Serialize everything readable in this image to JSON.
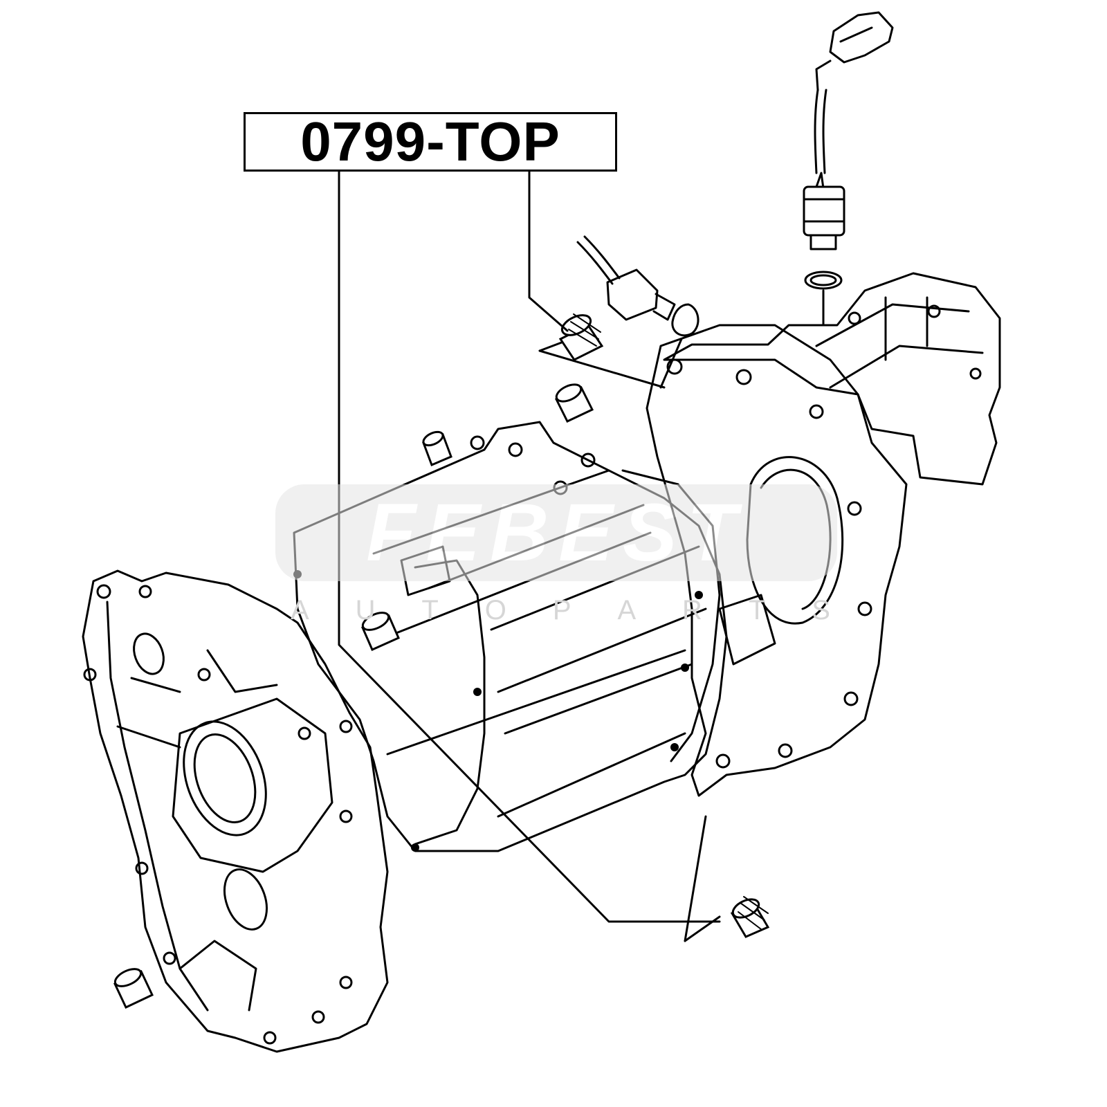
{
  "part_number": "0799-TOP",
  "watermark": {
    "brand": "FEBEST",
    "tagline_letters": [
      "A",
      "U",
      "T",
      "O",
      "P",
      "A",
      "R",
      "T",
      "S"
    ]
  },
  "colors": {
    "ink": "#000000",
    "background": "#ffffff",
    "watermark": "#e4e4e4"
  },
  "callout_targets": [
    "plug-upper-right",
    "plug-lower-right"
  ]
}
